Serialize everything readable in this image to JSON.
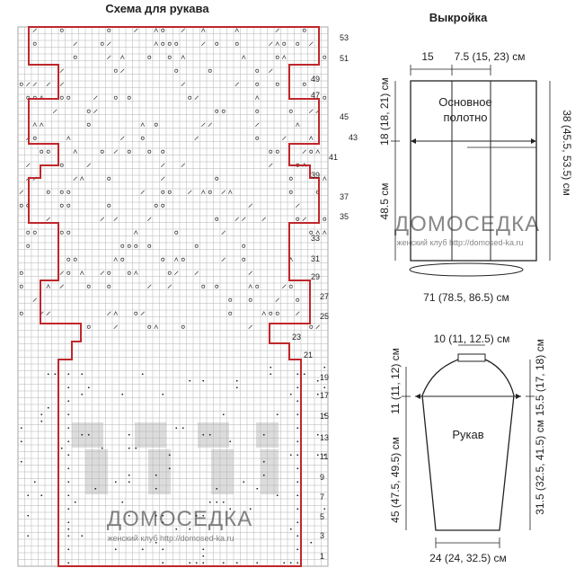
{
  "chart": {
    "title": "Схема для рукава",
    "row_labels": [
      "53",
      "51",
      "49",
      "47",
      "45",
      "43",
      "41",
      "39",
      "37",
      "35",
      "33",
      "31",
      "29",
      "27",
      "25",
      "23",
      "21",
      "19",
      "17",
      "15",
      "13",
      "11",
      "9",
      "7",
      "5",
      "3",
      "1"
    ]
  },
  "pattern": {
    "title": "Выкройка",
    "body": {
      "top_left": "15",
      "top_right": "7.5 (15, 23) см",
      "left_upper": "18 (18, 21) см",
      "left_lower": "48.5 см",
      "right": "38 (45.5, 53.5) см",
      "bottom": "71 (78.5, 86.5) см",
      "label_line1": "Основное",
      "label_line2": "полотно"
    },
    "sleeve": {
      "top": "10 (11, 12.5) см",
      "left_upper": "11 (11, 12) см",
      "left_lower": "45 (47.5, 49.5) см",
      "right_upper": "15.5 (17, 18) см",
      "right_lower": "31.5 (32.5, 41.5) см",
      "bottom": "24 (24, 32.5) см",
      "label": "Рукав"
    }
  },
  "watermark": {
    "brand": "ДОМОСЕДКА",
    "sub": "женский клуб http://domosed-ka.ru"
  },
  "colors": {
    "outline": "#c0262b",
    "grid": "#9a9a9a",
    "motif": "#dcdcdc"
  }
}
